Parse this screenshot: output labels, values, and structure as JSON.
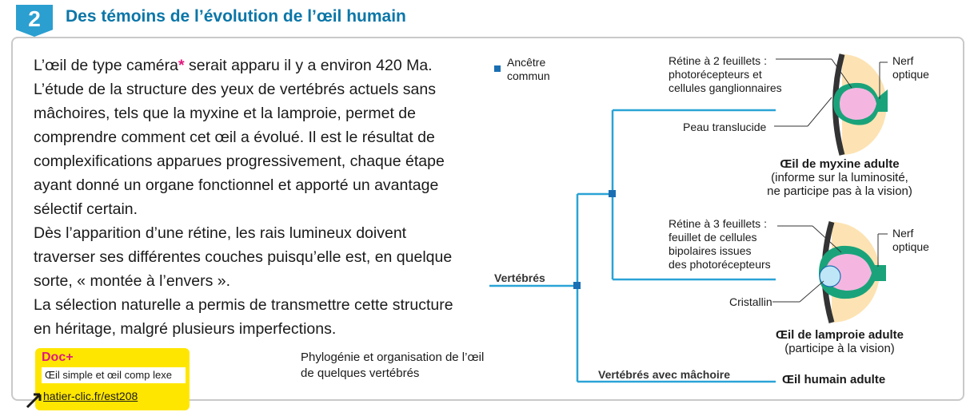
{
  "header": {
    "number": "2",
    "title": "Des témoins de l’évolution de l’œil humain"
  },
  "text": {
    "p1_before_star": "L’œil de type caméra",
    "star": "*",
    "p1_after_star": " serait apparu il y a environ 420 Ma. L’étude de la structure des yeux de vertébrés actuels sans mâchoires, tels que la myxine et la lamproie, permet de comprendre comment cet œil a évolué. Il est le résultat de complexifications apparues progressivement, chaque étape ayant donné un organe fonctionnel et apporté un avantage sélectif certain.",
    "p2": "Dès l’apparition d’une rétine, les rais lumineux doivent traverser ses différentes couches puisqu’elle est, en quelque sorte, « montée à l’envers ».",
    "p3": "La sélection naturelle a permis de transmettre cette structure en héritage, malgré plusieurs imperfections."
  },
  "doc": {
    "head": "Doc+",
    "box": "Œil simple et œil comp lexe",
    "link_a": "hatier-clic.fr",
    "link_b": "/est208"
  },
  "figure": {
    "caption_1": "Phylogénie et organisation de l’œil",
    "caption_2": "de quelques vertébrés",
    "legend_1": "Ancêtre",
    "legend_2": "commun",
    "vertebres": "Vertébrés",
    "vertebres_machoire": "Vertébrés avec mâchoire",
    "myxine": {
      "retine_1": "Rétine à 2 feuillets :",
      "retine_2": "photorécepteurs et",
      "retine_3": "cellules ganglionnaires",
      "nerf_1": "Nerf",
      "nerf_2": "optique",
      "peau": "Peau translucide",
      "title": "Œil de myxine adulte",
      "sub_1": "(informe sur la luminosité,",
      "sub_2": "ne participe pas à la vision)"
    },
    "lamproie": {
      "retine_1": "Rétine à 3 feuillets :",
      "retine_2": "feuillet de cellules",
      "retine_3": "bipolaires issues",
      "retine_4": "des photorécepteurs",
      "nerf_1": "Nerf",
      "nerf_2": "optique",
      "cristallin": "Cristallin",
      "title": "Œil de lamproie adulte",
      "sub": "(participe à la vision)"
    },
    "humain": "Œil humain adulte"
  },
  "colors": {
    "accent": "#2b9fd0",
    "title": "#0b76a8",
    "tree": "#2aa3d6",
    "node": "#1a6fb3",
    "eye_fill": "#fde3b3",
    "retina_green": "#1aa37a",
    "lens_pink": "#f4b6e0",
    "doc_yellow": "#ffe600",
    "star_pink": "#e0197d"
  }
}
